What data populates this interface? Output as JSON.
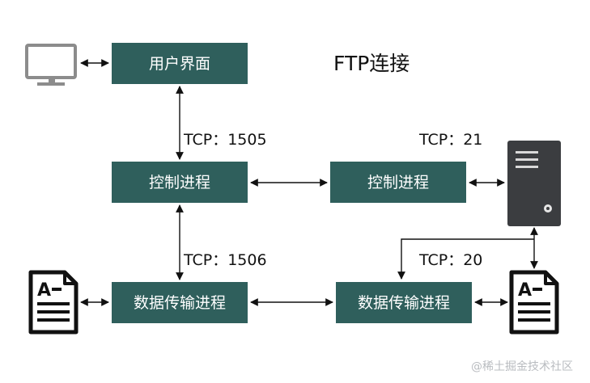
{
  "title": "FTP连接",
  "boxes": {
    "user_interface": "用户界面",
    "client_control": "控制进程",
    "server_control": "控制进程",
    "client_data": "数据传输进程",
    "server_data": "数据传输进程"
  },
  "labels": {
    "tcp_client_control": "TCP：1505",
    "tcp_server_control": "TCP：21",
    "tcp_client_data": "TCP：1506",
    "tcp_server_data": "TCP：20"
  },
  "file_icon_letter": "A",
  "watermark": "@稀土掘金技术社区",
  "icons": [
    "monitor-icon",
    "server-icon",
    "document-icon"
  ],
  "colors": {
    "box": "#2f5f5c",
    "box_text": "#ffffff",
    "server": "#3b3d40"
  }
}
